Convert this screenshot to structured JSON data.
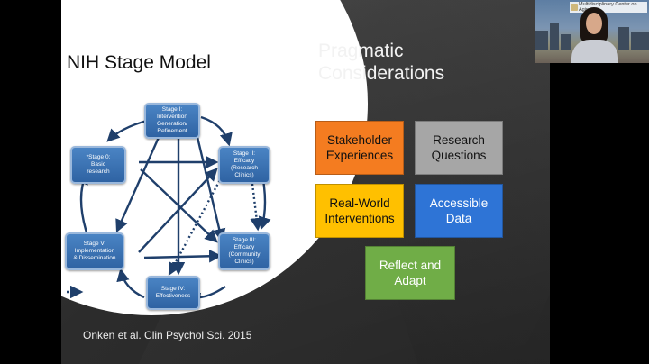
{
  "slide": {
    "left_title": "NIH Stage Model",
    "right_title_line1": "Pragmatic",
    "right_title_line2": "Considerations",
    "citation": "Onken et al. Clin Psychol Sci. 2015",
    "diagram": {
      "stage0": "*Stage 0:\nBasic\nresearch",
      "stage1": "Stage I:\nIntervention\nGeneration/\nRefinement",
      "stage2": "Stage II:\nEfficacy\n(Research\nClinics)",
      "stage3": "Stage III:\nEfficacy\n(Community\nClinics)",
      "stage4": "Stage IV:\nEffectiveness",
      "stage5": "Stage V:\nImplementation\n& Dissemination"
    },
    "cards": {
      "stakeholder": "Stakeholder Experiences",
      "research": "Research Questions",
      "realworld": "Real-World Interventions",
      "accessible": "Accessible Data",
      "reflect": "Reflect and Adapt"
    },
    "colors": {
      "orange": "#f47c20",
      "grey": "#a6a6a6",
      "yellow": "#ffc000",
      "blue": "#2e74d6",
      "green": "#70ad47",
      "stage_blue": "#2f63a3"
    }
  },
  "webcam": {
    "banner_line1": "Multidisciplinary Center on Aging"
  }
}
